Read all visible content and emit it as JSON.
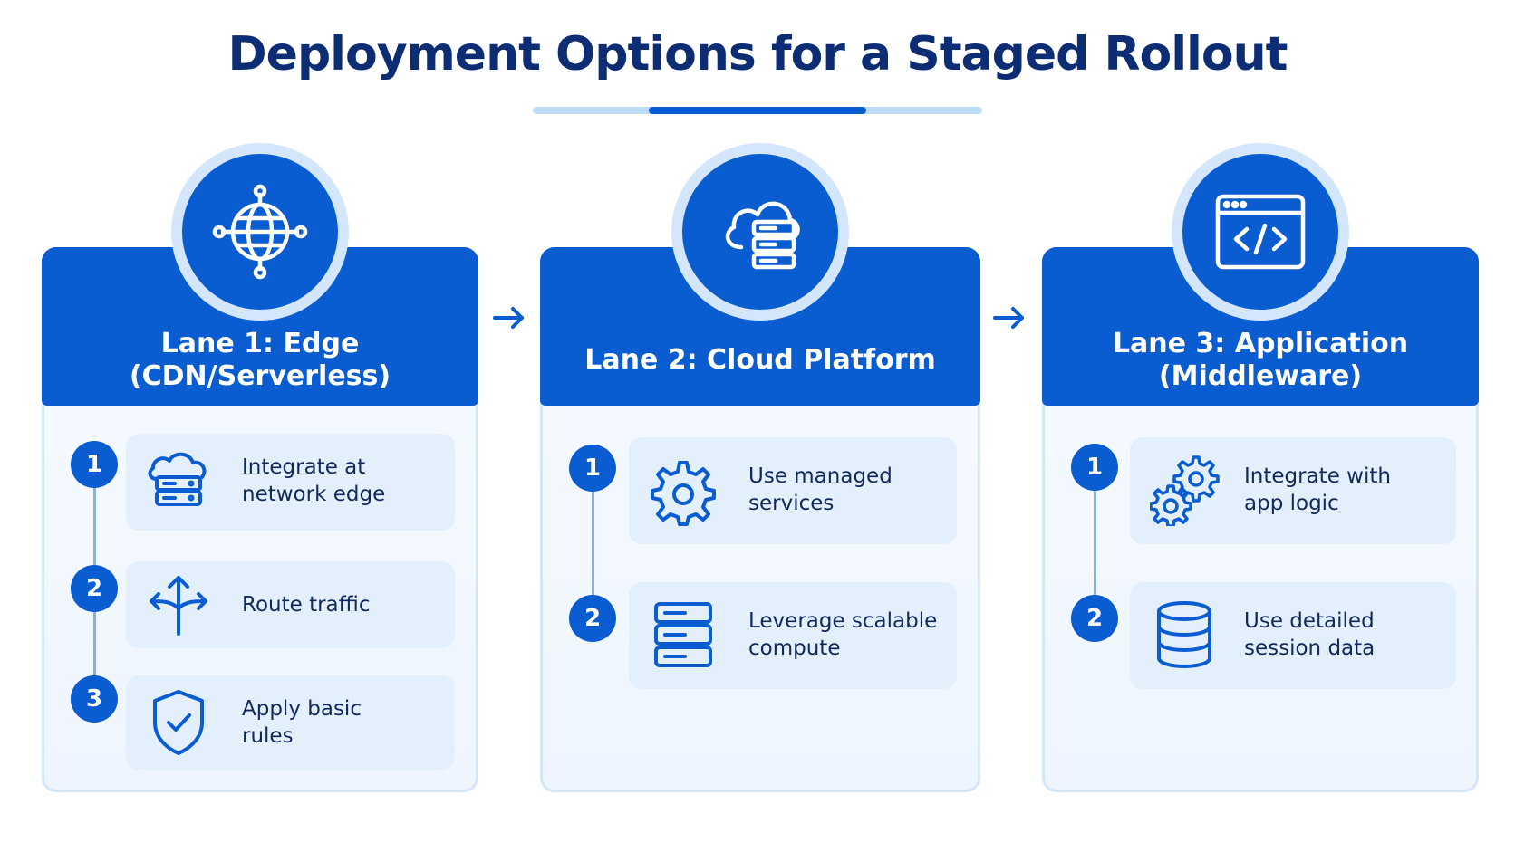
{
  "title": "Deployment Options for a Staged Rollout",
  "colors": {
    "primary": "#0a5cd1",
    "title": "#0c2d74",
    "card": "#e4effc",
    "panel": "#f2f8ff"
  },
  "lanes": [
    {
      "title": "Lane 1: Edge\n(CDN/Serverless)",
      "icon": "globe-network-icon",
      "steps": [
        {
          "num": "1",
          "text": "Integrate at\nnetwork edge",
          "icon": "cloud-server-icon"
        },
        {
          "num": "2",
          "text": "Route traffic",
          "icon": "route-arrows-icon"
        },
        {
          "num": "3",
          "text": "Apply basic\nrules",
          "icon": "shield-check-icon"
        }
      ]
    },
    {
      "title": "Lane 2: Cloud Platform",
      "icon": "cloud-server-icon",
      "steps": [
        {
          "num": "1",
          "text": "Use managed\nservices",
          "icon": "gear-icon"
        },
        {
          "num": "2",
          "text": "Leverage scalable\ncompute",
          "icon": "server-stack-icon"
        }
      ]
    },
    {
      "title": "Lane 3: Application\n(Middleware)",
      "icon": "code-window-icon",
      "steps": [
        {
          "num": "1",
          "text": "Integrate with\napp logic",
          "icon": "gears-icon"
        },
        {
          "num": "2",
          "text": "Use detailed\nsession data",
          "icon": "database-icon"
        }
      ]
    }
  ]
}
